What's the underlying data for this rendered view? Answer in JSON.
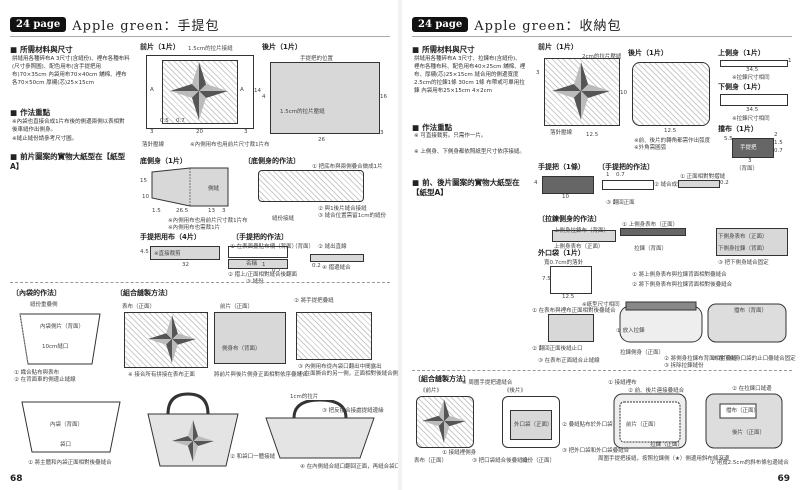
{
  "left": {
    "badge": "24 page",
    "title": "Apple green：手提包",
    "materials_title": "所需材料與尺寸",
    "materials_text": "拼縫用各種碎布A 3尺寸(含縫份)、裡布各種布料(尺寸參照圖)、配色用布(含手提把用布)70×35cm 內袋用布70×40cm 舖棉、裡布各70×50cm 厚襯(芯)25×15cm",
    "notes_title": "作法重點",
    "notes": [
      "※內袋也直接合成1片布後的側邊兩側以表相對後車縫作出側身。",
      "※縫止縫份請參考尺寸圖。"
    ],
    "pattern_title": "前片圖案的實物大紙型在【紙型A】",
    "front_label": "前片（1片）",
    "back_label": "後片（1片）",
    "front_dims": {
      "w": "20",
      "h": "14",
      "a": "3",
      "b": "3",
      "s1": "0.5",
      "s2": "0.7",
      "top": "1.5cm的拉片接縫",
      "note": "落針壓線"
    },
    "front_caption": "※內側用布也用前片尺寸裁1片布",
    "back_dims": {
      "top": "手提把的位置",
      "w": "26",
      "h": "16",
      "inner": "1.5cm的拉片壓縫",
      "side": "4",
      "r": "3"
    },
    "bottom_label": "底側身（1片）",
    "bottom_dims": {
      "h1": "15",
      "h2": "10",
      "w1": "26.5",
      "w2": "13",
      "a": "1.5",
      "b": "3",
      "note": "側縫",
      "cap1": "※內側用布也用前片尺寸裁1片布",
      "cap2": "※內側用布也需裁1片"
    },
    "gusset_title": "〔底側身的作法〕",
    "gusset_notes": [
      "① 把底布與兩側疊合做成1片",
      "② 與1後片縫合接縫",
      "③ 縫合位置需留1cm的縫份"
    ],
    "gusset_misc": "縫份接縫",
    "handle_label": "手提把用布（4片）",
    "handle_title": "〔手提把的作法〕",
    "handle_dims": {
      "w": "32",
      "h": "4.5",
      "cap": "※直接裁剪"
    },
    "handle_steps": [
      "① 在表面疊貼布襯（背面）",
      "② 縫出直線",
      "③ 縫份",
      "④ 摺邊縫合"
    ],
    "handle_misc": {
      "name": "名稱",
      "a": "1",
      "b": "0.7",
      "c": "0.2",
      "back": "（背面）",
      "fold": "② 摺上/正面相對縫合後翻面"
    },
    "inner_title": "〔內袋的作法〕",
    "inner_labels": [
      "縫份重疊側",
      "內袋側片（背面）",
      "10cm縫口",
      "① 織合貼布與表布",
      "② 在背面車的側邊止縫線"
    ],
    "assembly_title": "〔組合縫製方法〕",
    "assembly_labels": [
      "表布（正面）",
      "前片（正面）",
      "② 將手提把疊縫",
      "側身布（背面）",
      "① 以往復縫方式處理",
      "前片（背面）",
      "後片（正面）"
    ],
    "assembly_notes": [
      "※ 接合所有拼接在表布正面",
      "將前片與後片側身正面相對依序疊縫合",
      "③ 內側用布從內袋口翻出中間露出",
      "④ 在面撕合的另一側，正面相對後縫合側身"
    ],
    "bag_labels": [
      "內袋（背面）",
      "袋口",
      "① 將主體和內袋正面相對後疊縫合",
      "1cm的拉片",
      "③ 把反接合接處提縫邊緣",
      "② 和袋口一體接縫",
      "④ 在內側縫合縫口翻回正面，再縫合袋口"
    ],
    "page_num": "68"
  },
  "right": {
    "badge": "24 page",
    "title": "Apple green：收納包",
    "materials_title": "所需材料與尺寸",
    "materials_text": "拼縫用各種碎布A 3尺寸、拉鍊布(含縫份)、裡布各種布料、配色用布40×25cm 舖棉、裡布、厚襯(芯)25×15cm 縫合用的側邊寬度 2.5cm的拉鍊1條 30cm 1條 布帶或可單用拉鍊 內袋用布25×15cm 4×2cm",
    "notes_title": "作法重點",
    "notes": [
      "※ 可直接裁剪。只需作一片。",
      "※ 上側身、下側身都依照紙型尺寸依序接縫。"
    ],
    "pattern_title": "前、後片圖案的實物大紙型在【紙型A】",
    "front_label": "前片（1片）",
    "back_label": "後片（1片）",
    "front_dims": {
      "top": "2cm的拉片壓縫",
      "w": "12.5",
      "h": "10",
      "a": "3",
      "note": "落針壓線"
    },
    "back_dims": {
      "w": "12.5",
      "cap1": "※前、後片的轉角都需作出弧度",
      "cap2": "※外角需圓弧"
    },
    "upper_label": "上側身（1片）",
    "lower_label": "下側身（1片）",
    "tab_label": "擋布（1片）",
    "gusset_dims": {
      "u_w": "34.5",
      "u_h": "1",
      "u_cap": "※拉鍊尺寸相同",
      "l_w": "34.5",
      "l_cap": "※拉鍊尺寸相同",
      "t_a": "5.5",
      "t_b": "2",
      "t_c": "1.5",
      "t_d": "0.7",
      "t_e": "3",
      "t_cap": "（背面）",
      "t_name": "手提把"
    },
    "handle_label": "手提把（1條）",
    "handle_title": "〔手提把的作法〕",
    "handle_dims": {
      "w": "10",
      "h": "4",
      "a": "1",
      "b": "0.7",
      "c": "0.2"
    },
    "handle_steps": [
      "① 正面相對對摺縫",
      "② 縫合成筒狀",
      "③ 翻回正面"
    ],
    "zip_title": "〔拉鍊側身的作法〕",
    "zip_labels": [
      "上側身拉鍊布（背面）",
      "上側身表布（正面）",
      "① 上側身表布（正面）",
      "拉鍊（背面）",
      "下側身表布（正面）",
      "下側身拉鍊（背面）",
      "③ 把下側身縫合固定"
    ],
    "outer_label": "外口袋（1片）",
    "outer_dims": {
      "top": "寬0.7cm的落針",
      "h": "7.5",
      "w": "12.5",
      "note": "※紙型尺寸相同"
    },
    "outer_steps": [
      "① 在表布與裡布正面相對後疊縫合",
      "② 翻回正面後縫止口",
      "③ 在表布正面縫合止縫線"
    ],
    "zip_steps": [
      "① 將上側身表布與拉鍊背面相對疊縫合",
      "② 將下側身表布與拉鍊背面相對後疊縫合",
      "③ 拉鍊接縫",
      "④ 布朝上，兩側接合",
      "⑤ 在下側身口袋的止口疊縫合固定"
    ],
    "zip_misc": [
      "拉鍊側身（正面）",
      "擋布（背面）",
      "① 放入拉鍊",
      "② 將側身拉鍊布背面相對疊縫",
      "③ 拆除拉鍊縫份"
    ],
    "assembly_title": "〔組合縫製方法〕",
    "assembly_labels": [
      "《前片》",
      "《後片》",
      "① 接縫裡側身",
      "表布（正面）",
      "外口袋（正面）",
      "② 疊縫貼布於外口袋",
      "③ 把口袋縫合後疊縫合",
      "縫份（正面）",
      "① 接縫裡布",
      "② 前、後片連接疊縫合",
      "拉鍊（正面）"
    ],
    "assembly_notes": [
      "※ 周圍手提把邊縫合",
      "③ 把外口袋和外口袋疊縫合",
      "① 用寬2.5cm的斜布條包邊縫合",
      "前片（正面）",
      "② 在拉鍊口縫邊",
      "擋布（正面）",
      "後片（正面）",
      "周圍手提把接縫，按照拉鍊側（★）側邊用斜布條滾邊"
    ],
    "page_num": "69"
  }
}
